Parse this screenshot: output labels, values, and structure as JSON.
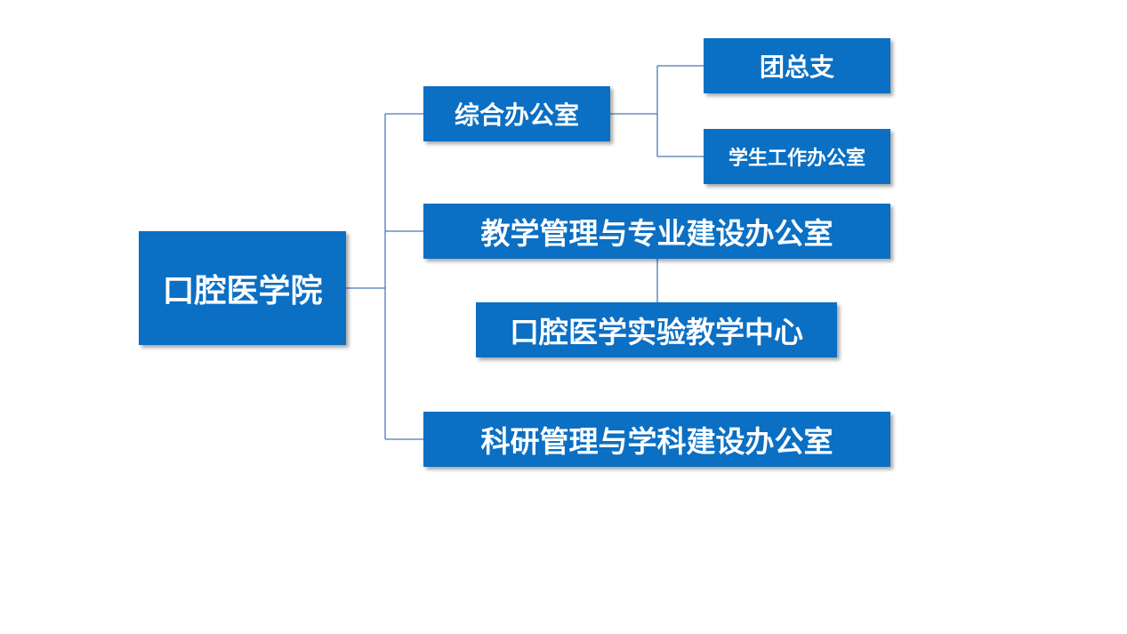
{
  "org_chart": {
    "root": {
      "label": "口腔医学院"
    },
    "office": {
      "label": "综合办公室"
    },
    "league_branch": {
      "label": "团总支"
    },
    "student_affairs": {
      "label": "学生工作办公室"
    },
    "teaching_office": {
      "label": "教学管理与专业建设办公室"
    },
    "lab_center": {
      "label": "口腔医学实验教学中心"
    },
    "research_office": {
      "label": "科研管理与学科建设办公室"
    }
  },
  "colors": {
    "box_fill": "#0b6fc3",
    "box_text": "#ffffff",
    "connector": "#4a78b8",
    "background": "#ffffff"
  }
}
